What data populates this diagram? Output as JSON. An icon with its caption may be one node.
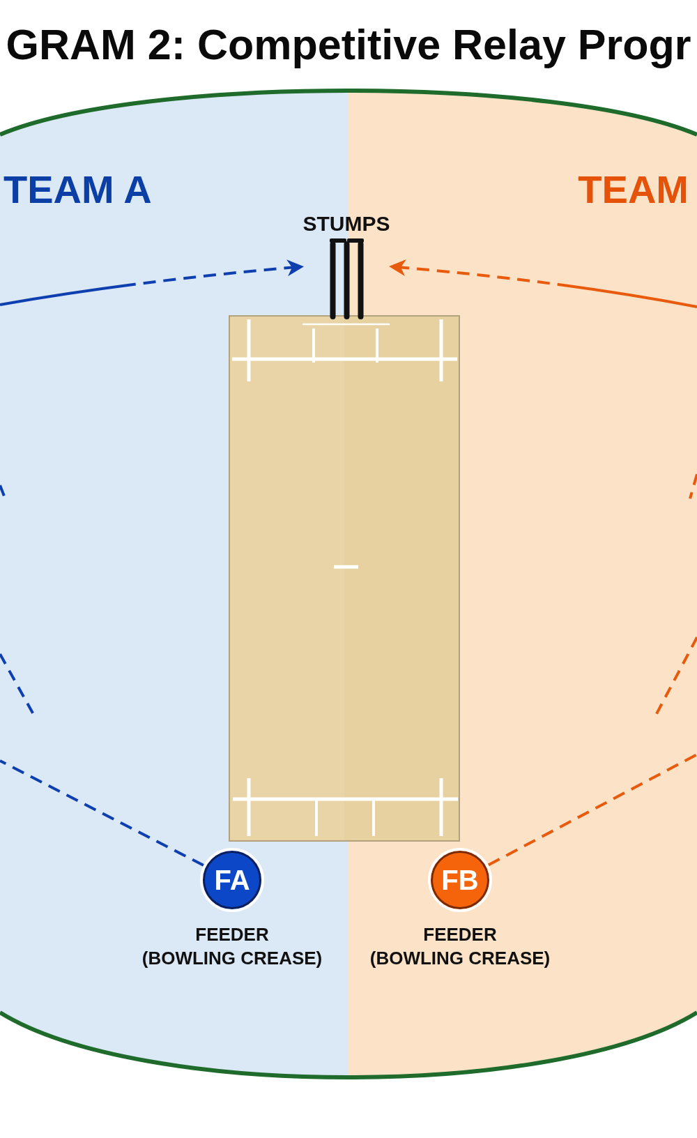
{
  "diagram": {
    "title": "GRAM 2: Competitive Relay Progr",
    "nodes": [
      {
        "text": [
          "STUMPS"
        ]
      },
      {
        "text": [
          "FA"
        ],
        "beside": [
          "FEEDER (BOWLING CREASE)"
        ]
      },
      {
        "text": [
          "FB"
        ],
        "beside": [
          "FEEDER (BOWLING CREASE)"
        ]
      }
    ],
    "edges": [
      {
        "from": null,
        "to": 0,
        "arrow": "to",
        "style": "dashed",
        "color": "#0d3fae"
      },
      {
        "from": null,
        "to": 0,
        "arrow": "to",
        "style": "dashed",
        "color": "#e85a0c"
      },
      {
        "from": 1,
        "to": null,
        "arrow": "none",
        "style": "dashed",
        "color": "#0d3fae"
      },
      {
        "from": 2,
        "to": null,
        "arrow": "none",
        "style": "dashed",
        "color": "#e85a0c"
      }
    ],
    "labels": [
      "TEAM A",
      "TEAM"
    ]
  }
}
